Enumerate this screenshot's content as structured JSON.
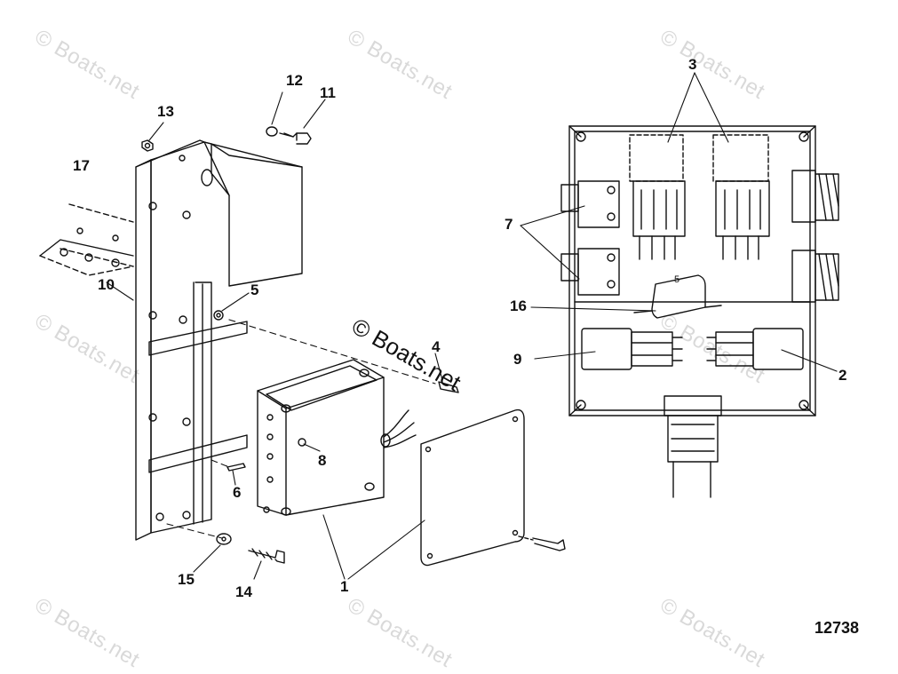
{
  "figure": {
    "number": "12738"
  },
  "watermark": {
    "text": "© Boats.net",
    "center_text": "© Boats.net"
  },
  "callouts": {
    "c1": "1",
    "c2": "2",
    "c3": "3",
    "c4": "4",
    "c5a": "5",
    "c5b": "5",
    "c6": "6",
    "c7": "7",
    "c8": "8",
    "c9": "9",
    "c10": "10",
    "c11": "11",
    "c12": "12",
    "c13": "13",
    "c14": "14",
    "c15": "15",
    "c16": "16",
    "c17": "17"
  },
  "colors": {
    "line": "#111111",
    "watermark": "#d9d9d9",
    "background": "#ffffff"
  }
}
